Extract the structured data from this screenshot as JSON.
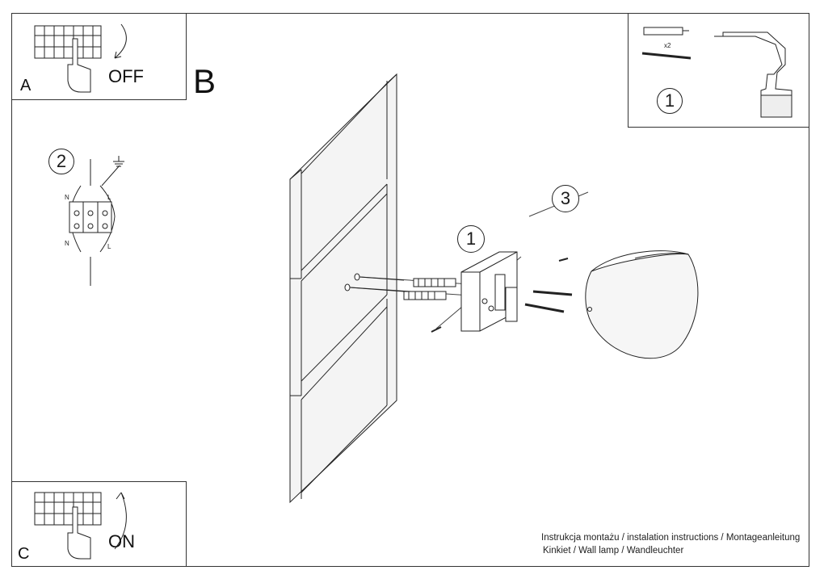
{
  "steps": {
    "a": {
      "letter": "A",
      "switch_text": "OFF"
    },
    "b": {
      "letter": "B"
    },
    "c": {
      "letter": "C",
      "switch_text": "ON"
    }
  },
  "tools": {
    "step_number": "1",
    "dowel_quantity": "x2"
  },
  "wiring": {
    "step_number": "2",
    "neutral_label": "N",
    "live_label": "L"
  },
  "callouts": {
    "mount_step": "1",
    "screw_step": "3"
  },
  "footer": {
    "line1": "Instrukcja montażu / instalation instructions / Montageanleitung",
    "line2": "Kinkiet / Wall lamp / Wandleuchter"
  },
  "icons": [
    "circuit-breaker-icon",
    "hand-icon",
    "switch-off-arrow-icon",
    "switch-on-arrow-icon",
    "drill-icon",
    "wall-plug-icon",
    "screw-icon",
    "ground-symbol-icon",
    "terminal-block-icon",
    "wall-panel-icon",
    "mounting-bracket-icon",
    "lamp-shade-icon"
  ]
}
